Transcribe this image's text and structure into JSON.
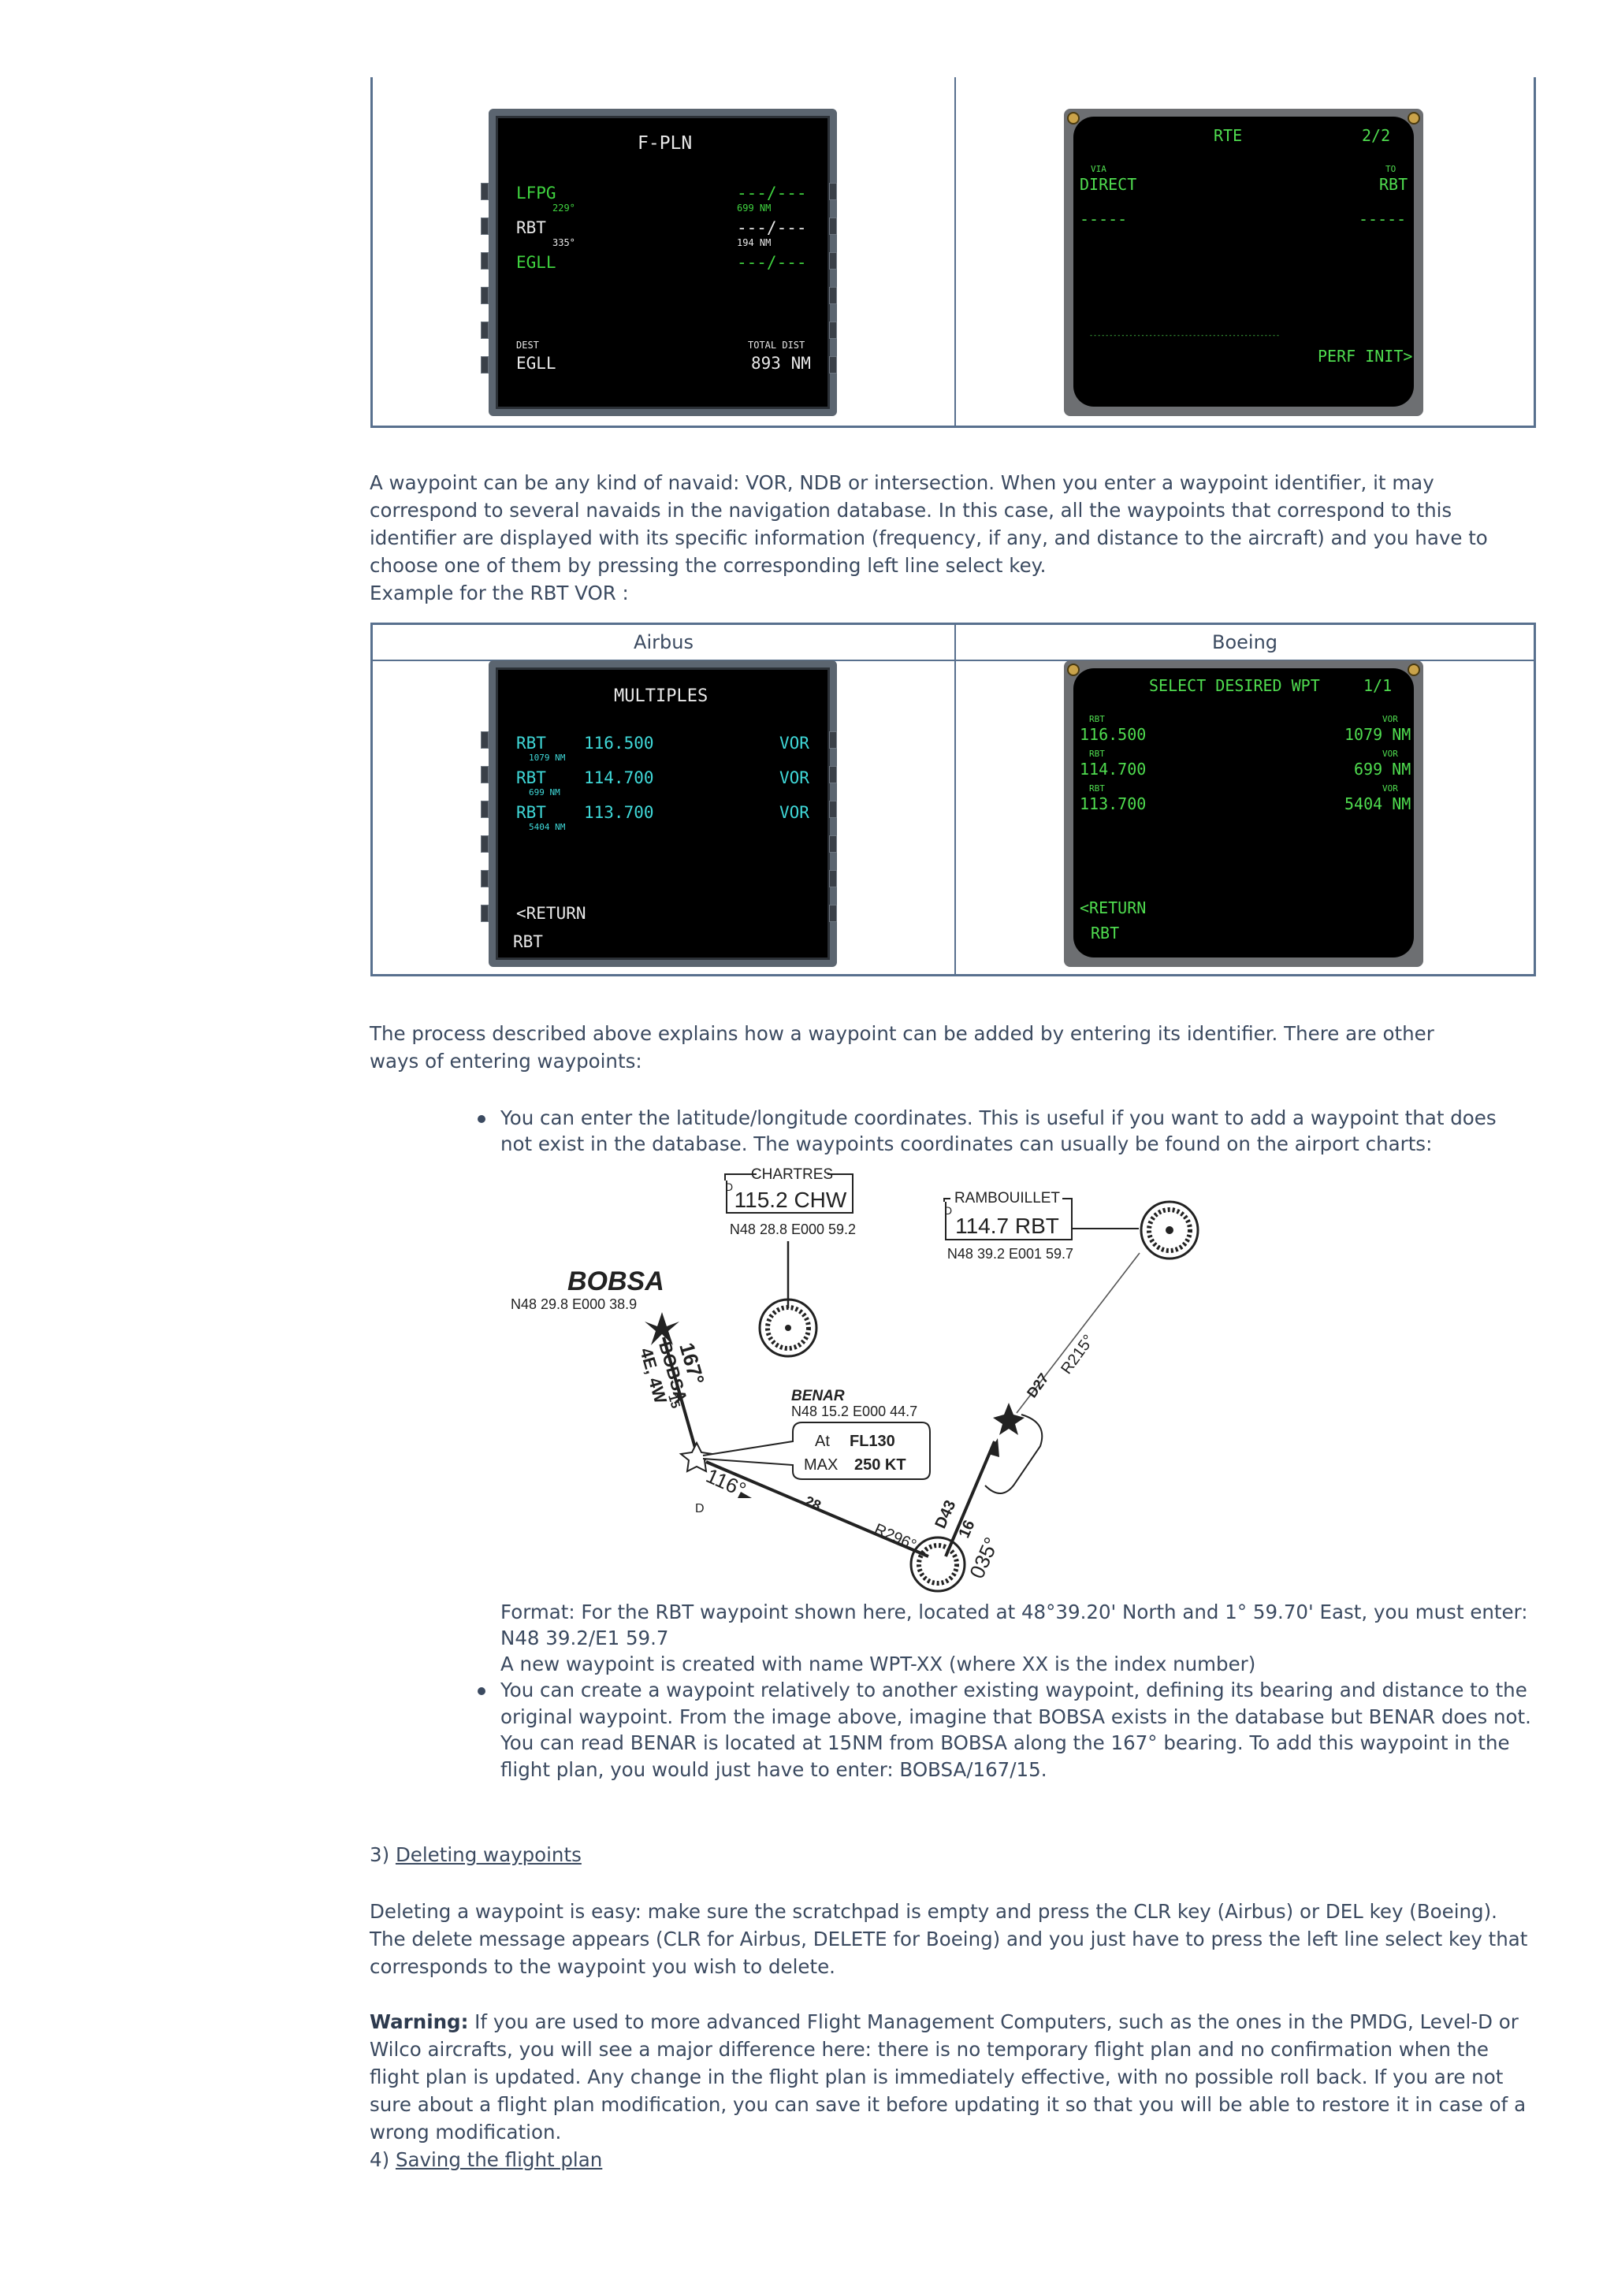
{
  "fpln_screen": {
    "title": "F-PLN",
    "rows": [
      {
        "left": "LFPG",
        "sub": "229°",
        "right": "---/---",
        "right_sub": "699 NM"
      },
      {
        "left": "RBT",
        "sub": "335°",
        "right": "---/---",
        "right_sub": "194 NM"
      },
      {
        "left": "EGLL",
        "sub": "",
        "right": "---/---",
        "right_sub": ""
      }
    ],
    "dest_label": "DEST",
    "dest_value": "EGLL",
    "dist_label": "TOTAL DIST",
    "dist_value": "893 NM"
  },
  "rte_screen": {
    "title": "RTE",
    "page": "2/2",
    "via_label": "VIA",
    "to_label": "TO",
    "via_value": "DIRECT",
    "to_value": "RBT",
    "dash_left": "-----",
    "dash_right": "-----",
    "separator": "------------------------------------------------",
    "prompt": "PERF INIT>"
  },
  "intro_paragraph": "A waypoint can be any kind of navaid: VOR, NDB or intersection. When you enter a waypoint identifier, it may correspond to several navaids in the navigation database. In this case, all the waypoints that correspond to this identifier are displayed with its specific information (frequency, if any, and distance to the aircraft) and you have to choose one of them by pressing the corresponding left line select key.",
  "example_label": "Example for the RBT VOR :",
  "table2": {
    "col1": "Airbus",
    "col2": "Boeing"
  },
  "multiples_screen": {
    "title": "MULTIPLES",
    "rows": [
      {
        "ident": "RBT",
        "freq": "116.500",
        "type": "VOR",
        "dist": "1079 NM"
      },
      {
        "ident": "RBT",
        "freq": "114.700",
        "type": "VOR",
        "dist": "699 NM"
      },
      {
        "ident": "RBT",
        "freq": "113.700",
        "type": "VOR",
        "dist": "5404 NM"
      }
    ],
    "return": "<RETURN",
    "scratchpad": "RBT"
  },
  "select_wpt_screen": {
    "title": "SELECT DESIRED WPT",
    "page": "1/1",
    "rows": [
      {
        "ident": "RBT",
        "freq": "116.500",
        "type": "VOR",
        "dist": "1079 NM"
      },
      {
        "ident": "RBT",
        "freq": "114.700",
        "type": "VOR",
        "dist": "699 NM"
      },
      {
        "ident": "RBT",
        "freq": "113.700",
        "type": "VOR",
        "dist": "5404 NM"
      }
    ],
    "return": "<RETURN",
    "scratchpad": "RBT"
  },
  "process_paragraph": "The process described above explains how a waypoint can be added by entering its identifier. There are other ways of entering waypoints:",
  "bullet1": "You can enter the latitude/longitude coordinates. This is useful if you want to add a waypoint that does not exist in the database. The waypoints coordinates can usually be found on the airport charts:",
  "chart": {
    "chartres_name": "CHARTRES",
    "chartres_freq": "115.2 CHW",
    "chartres_coord": "N48 28.8 E000 59.2",
    "rambouillet_name": "RAMBOUILLET",
    "rambouillet_freq": "114.7 RBT",
    "rambouillet_coord": "N48 39.2 E001 59.7",
    "bobsa_name": "BOBSA",
    "bobsa_coord": "N48 29.8 E000 38.9",
    "bobsa_radial": "167°",
    "bobsa_dist": "15",
    "bobsa_hold": "BOBSA",
    "bobsa_hold2": "4E, 4W",
    "benar_name": "BENAR",
    "benar_coord": "N48 15.2 E000 44.7",
    "at_label": "At",
    "fl": "FL130",
    "max_label": "MAX",
    "speed": "250 KT",
    "leg_course": "116°",
    "leg_dist": "28",
    "r296": "R296°",
    "d43": "D43",
    "d16": "16",
    "c035": "035°",
    "d27": "D27",
    "r215": "R215°",
    "d_mark": "D"
  },
  "format_line1": "Format: For the RBT waypoint shown here, located at 48°39.20' North and 1° 59.70' East, you must enter:",
  "format_line2": "N48 39.2/E1 59.7",
  "format_line3": "A new waypoint is created with name WPT-XX (where XX is the index number)",
  "bullet2": "You can create a waypoint relatively to another existing waypoint, defining its bearing and distance to the original waypoint. From the image above, imagine that BOBSA exists in the database but BENAR does not. You can read BENAR is located at 15NM from BOBSA along the 167° bearing. To add this waypoint in the flight plan, you would just have to enter: BOBSA/167/15.",
  "section3_prefix": "3) ",
  "section3_link": "Deleting waypoints",
  "deleting_paragraph": "Deleting a waypoint is easy: make sure the scratchpad is empty and press the CLR key (Airbus) or DEL key (Boeing). The delete message appears (CLR for Airbus, DELETE for Boeing) and you just have to press the left line select key that corresponds to the waypoint you wish to delete.",
  "warning_label": "Warning:",
  "warning_text": " If you are used to more advanced Flight Management Computers, such as the ones in the PMDG, Level-D or Wilco aircrafts, you will see a major difference here: there is no temporary flight plan and no confirmation when the flight plan is updated. Any change in the flight plan is immediately effective, with no possible roll back. If you are not sure about a flight plan modification, you can save it before updating it so that you will be able to restore it in case of a wrong modification.",
  "section4_prefix": "4) ",
  "section4_link": "Saving the flight plan"
}
